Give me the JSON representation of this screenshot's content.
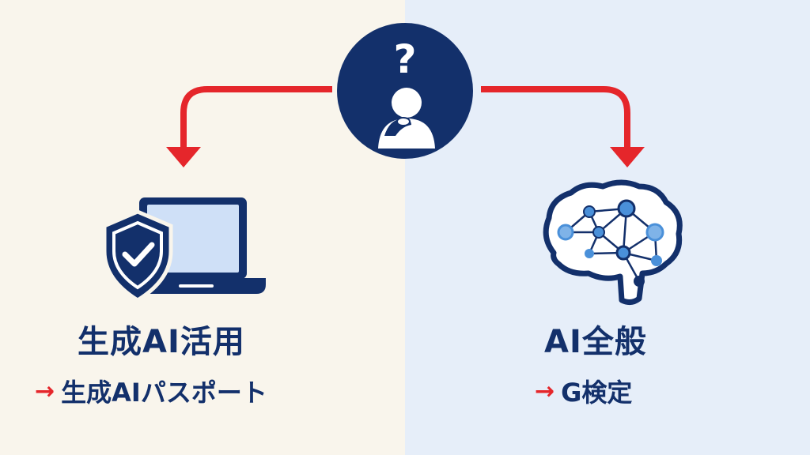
{
  "colors": {
    "left_bg": "#f9f5ec",
    "right_bg": "#e6eef9",
    "navy": "#13306b",
    "red": "#e5262b",
    "light_blue": "#cfe0f7",
    "node_blue": "#4a90d9"
  },
  "center": {
    "icon": "question-person-icon",
    "question_mark": "?"
  },
  "left": {
    "icon": "laptop-shield-check-icon",
    "title": "生成AI活用",
    "arrow": "→",
    "subtitle": "生成AIパスポート"
  },
  "right": {
    "icon": "brain-network-icon",
    "title": "AI全般",
    "arrow": "→",
    "subtitle": "G検定"
  }
}
